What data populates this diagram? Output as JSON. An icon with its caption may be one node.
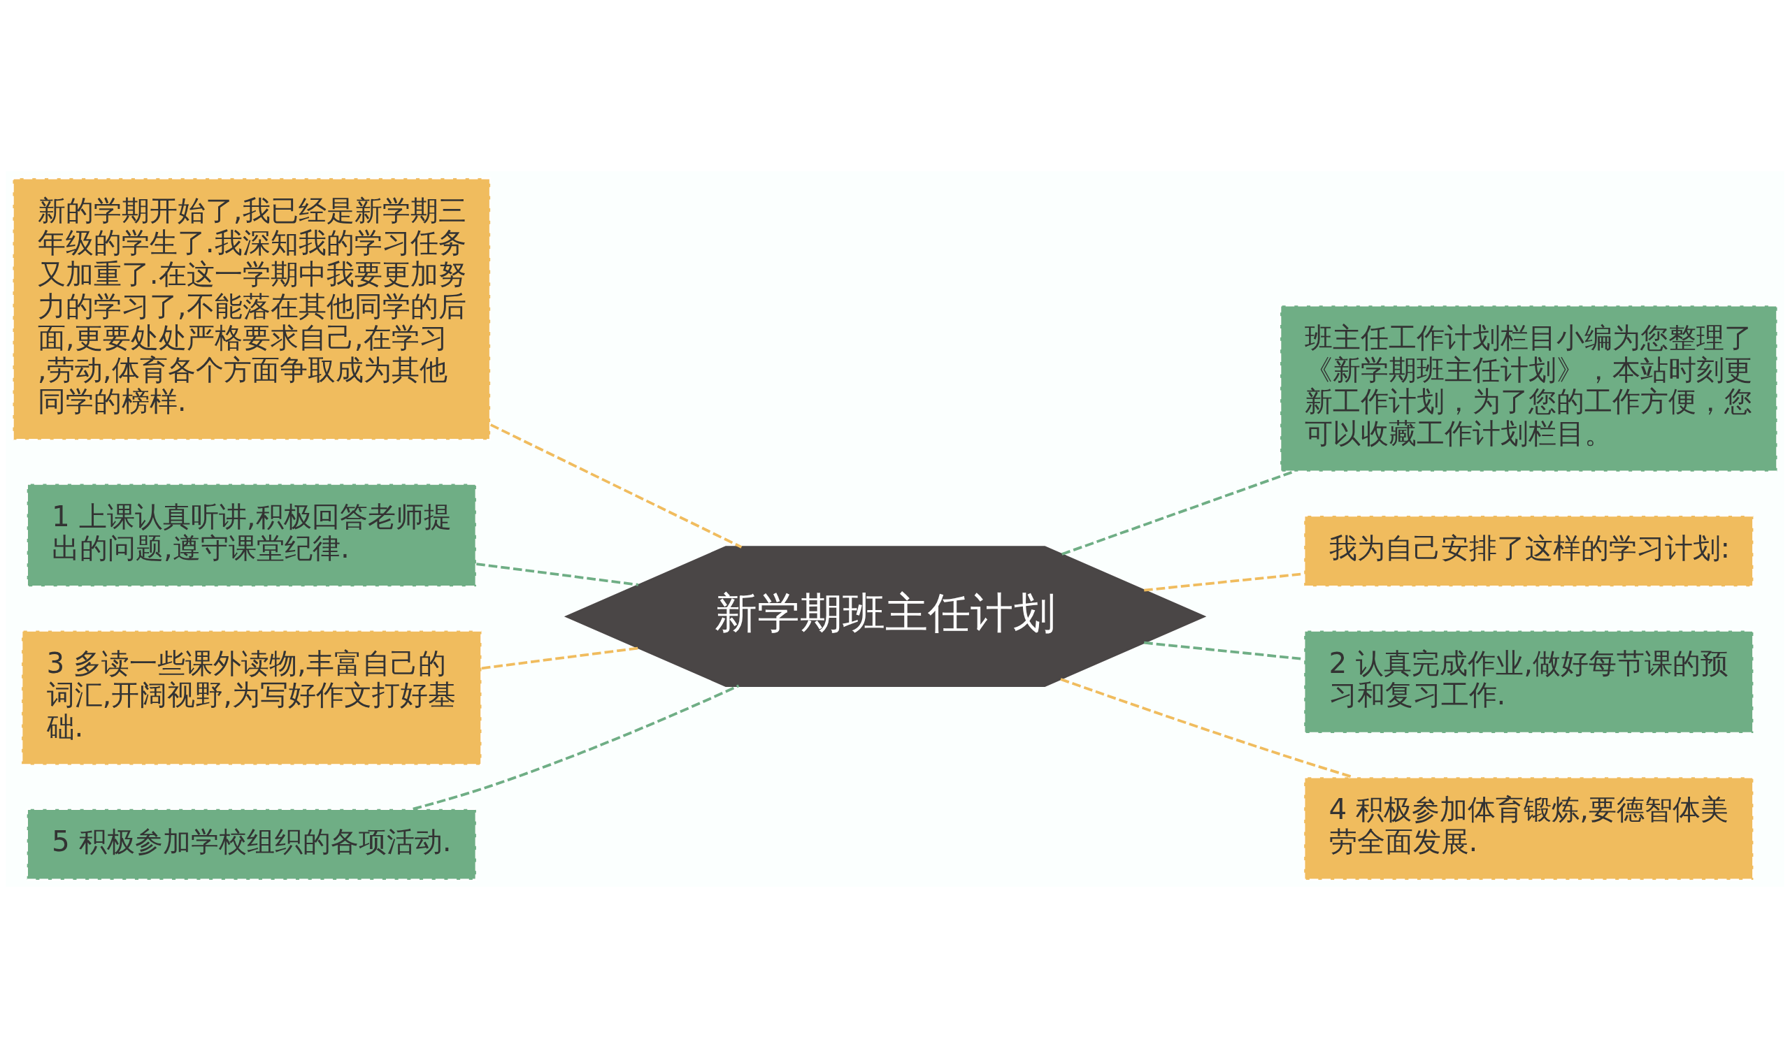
{
  "diagram": {
    "nodes": [
      {
        "text": [
          "新学期班主任计划"
        ]
      },
      {
        "text": [
          "新的学期开始了,我已经是新学期三年级的学生了.我深知我的学习任务又加重了.在这一学期中我要更加努力的学习了,不能落在其他同学的后面,更要处处严格要求自己,在学习,劳动,体育各个方面争取成为其他同学的榜样."
        ]
      },
      {
        "text": [
          "1 上课认真听讲,积极回答老师提出的问题,遵守课堂纪律."
        ]
      },
      {
        "text": [
          "3 多读一些课外读物,丰富自己的词汇,开阔视野,为写好作文打好基础."
        ]
      },
      {
        "text": [
          "5 积极参加学校组织的各项活动."
        ]
      },
      {
        "text": [
          "班主任工作计划栏目小编为您整理了《新学期班主任计划》，本站时刻更新工作计划，为了您的工作方便，您可以收藏工作计划栏目。"
        ]
      },
      {
        "text": [
          "我为自己安排了这样的学习计划:"
        ]
      },
      {
        "text": [
          "2 认真完成作业,做好每节课的预习和复习工作."
        ]
      },
      {
        "text": [
          "4 积极参加体育锻炼,要德智体美劳全面发展."
        ]
      }
    ],
    "edges": [
      {
        "from": 0,
        "to": 1,
        "arrow": "none",
        "style": "dashed",
        "color": "#f0bc5e"
      },
      {
        "from": 0,
        "to": 2,
        "arrow": "none",
        "style": "dashed",
        "color": "#6fae85"
      },
      {
        "from": 0,
        "to": 3,
        "arrow": "none",
        "style": "dashed",
        "color": "#f0bc5e"
      },
      {
        "from": 0,
        "to": 4,
        "arrow": "none",
        "style": "dashed",
        "color": "#6fae85"
      },
      {
        "from": 0,
        "to": 5,
        "arrow": "none",
        "style": "dashed",
        "color": "#6fae85"
      },
      {
        "from": 0,
        "to": 6,
        "arrow": "none",
        "style": "dashed",
        "color": "#f0bc5e"
      },
      {
        "from": 0,
        "to": 7,
        "arrow": "none",
        "style": "dashed",
        "color": "#6fae85"
      },
      {
        "from": 0,
        "to": 8,
        "arrow": "none",
        "style": "dashed",
        "color": "#f0bc5e"
      }
    ]
  }
}
